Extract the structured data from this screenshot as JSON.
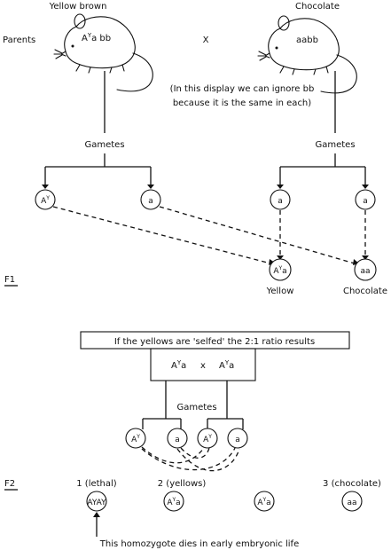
{
  "parents": {
    "label": "Parents",
    "left": {
      "phenotype": "Yellow brown",
      "genotype_base": "A",
      "genotype_sup": "Y",
      "genotype_rest": "a bb"
    },
    "cross": "X",
    "right": {
      "phenotype": "Chocolate",
      "genotype": "aabb"
    },
    "note_line1": "(In this display we can ignore bb",
    "note_line2": "because it is the same in each)"
  },
  "gametes_label": "Gametes",
  "gametes_left": [
    {
      "base": "A",
      "sup": "Y"
    },
    {
      "base": "a",
      "sup": ""
    }
  ],
  "gametes_right": [
    {
      "base": "a",
      "sup": ""
    },
    {
      "base": "a",
      "sup": ""
    }
  ],
  "f1": {
    "label": "F1",
    "offspring": [
      {
        "base": "A",
        "sup": "Y",
        "rest": "a",
        "phenotype": "Yellow"
      },
      {
        "base": "aa",
        "sup": "",
        "rest": "",
        "phenotype": "Chocolate"
      }
    ]
  },
  "selfed": {
    "banner": "If the yellows are 'selfed' the 2:1 ratio results",
    "parent_left": {
      "base": "A",
      "sup": "Y",
      "rest": "a"
    },
    "cross": "x",
    "parent_right": {
      "base": "A",
      "sup": "Y",
      "rest": "a"
    },
    "gametes_label": "Gametes",
    "gametes": [
      {
        "base": "A",
        "sup": "Y"
      },
      {
        "base": "a",
        "sup": ""
      },
      {
        "base": "A",
        "sup": "Y"
      },
      {
        "base": "a",
        "sup": ""
      }
    ]
  },
  "f2": {
    "label": "F2",
    "class_lethal": "1 (lethal)",
    "class_yellow": "2 (yellows)",
    "class_chocolate": "3 (chocolate)",
    "genotypes": [
      {
        "text": "AYAY"
      },
      {
        "base": "A",
        "sup": "Y",
        "rest": "a"
      },
      {
        "base": "A",
        "sup": "Y",
        "rest": "a"
      },
      {
        "base": "aa",
        "sup": "",
        "rest": ""
      }
    ],
    "note": "This homozygote dies in early embryonic life"
  }
}
